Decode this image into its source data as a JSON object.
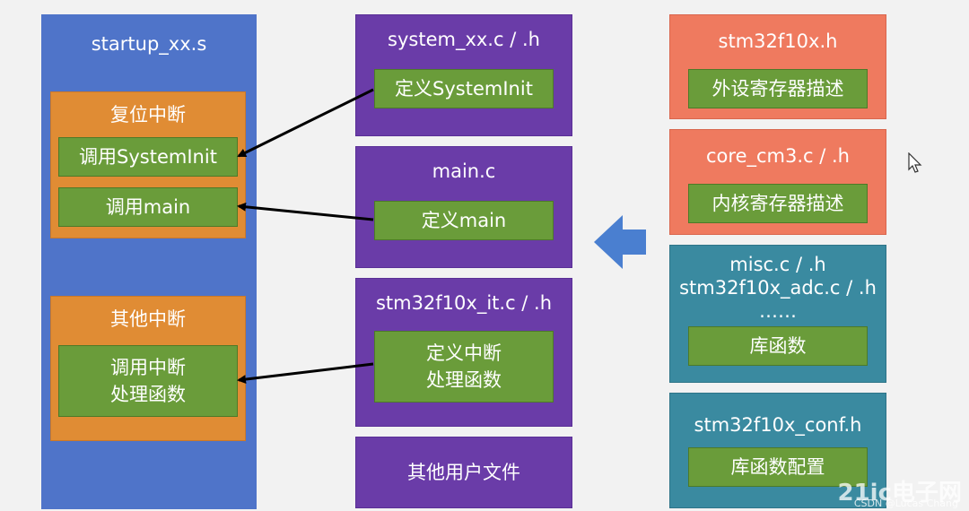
{
  "left": {
    "title": "startup_xx.s",
    "reset_group": {
      "title": "复位中断",
      "items": [
        "调用SystemInit",
        "调用main"
      ]
    },
    "other_group": {
      "title": "其他中断",
      "item": "调用中断\n处理函数"
    }
  },
  "middle": {
    "system": {
      "title": "system_xx.c / .h",
      "item": "定义SystemInit"
    },
    "main": {
      "title": "main.c",
      "item": "定义main"
    },
    "it": {
      "title": "stm32f10x_it.c / .h",
      "item": "定义中断\n处理函数"
    },
    "other": {
      "title": "其他用户文件"
    }
  },
  "right": {
    "f10x": {
      "title": "stm32f10x.h",
      "item": "外设寄存器描述"
    },
    "core": {
      "title": "core_cm3.c / .h",
      "item": "内核寄存器描述"
    },
    "lib": {
      "title": "misc.c / .h\nstm32f10x_adc.c / .h\n……",
      "item": "库函数"
    },
    "conf": {
      "title": "stm32f10x_conf.h",
      "item": "库函数配置"
    }
  },
  "watermark": {
    "logo": "21ic电子网",
    "credit": "CSDN @Lucas Chang"
  },
  "colors": {
    "background": "#f2f2f2",
    "blue": "#4f74c9",
    "orange": "#e08c34",
    "purple": "#6a3ca8",
    "salmon": "#ef7a5f",
    "teal": "#3a8aa0",
    "green": "#6a9c3a",
    "arrow_blue": "#4a7fd0"
  }
}
